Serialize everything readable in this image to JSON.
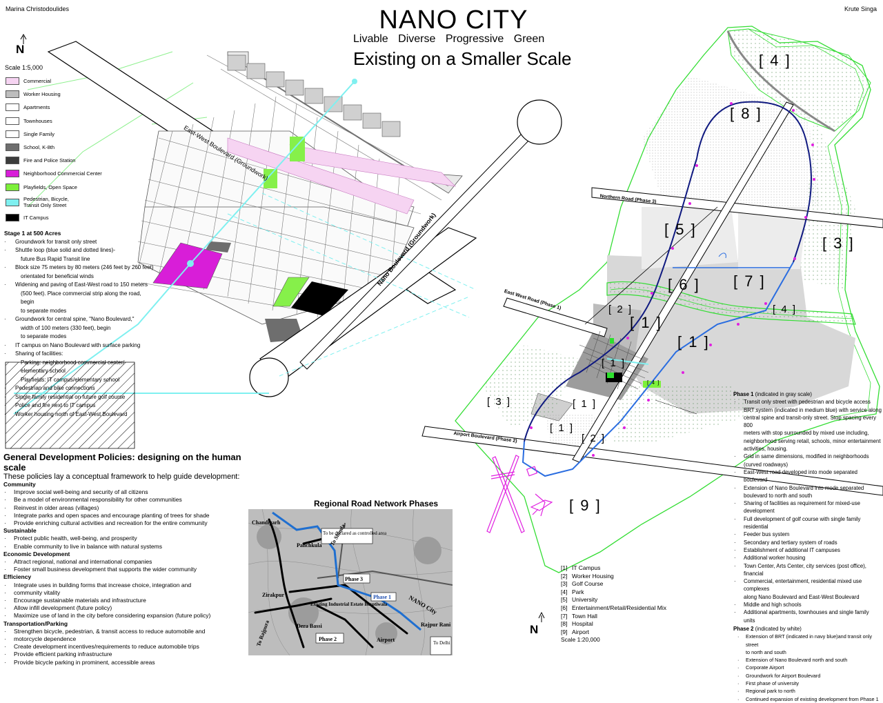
{
  "header": {
    "author_left": "Marina Christodoulides",
    "author_right": "Krute Singa",
    "title": "NANO CITY",
    "tagline": "Livable   Diverse   Progressive   Green",
    "subtitle": "Existing on a Smaller Scale"
  },
  "north_label": "N",
  "site_plan": {
    "scale": "Scale 1:5,000",
    "road_east_west": "East-West Boulevard (Groundwork)",
    "road_nano": "Nano Boulevard (Groundwork)"
  },
  "legend": [
    {
      "label": "Commercial",
      "swatch": "#f3c6ee"
    },
    {
      "label": "Worker Housing",
      "swatch": "#bdbdbd"
    },
    {
      "label": "Apartments",
      "swatch": "#ffffff"
    },
    {
      "label": "Townhouses",
      "swatch": "#ffffff"
    },
    {
      "label": "Single Family",
      "swatch": "#ffffff"
    },
    {
      "label": "School, K-8th",
      "swatch": "#6e6e6e"
    },
    {
      "label": "Fire and  Police Station",
      "swatch": "#3c3c3c"
    },
    {
      "label": "Neighborhood Commercial Center",
      "swatch": "#d81ed8"
    },
    {
      "label": "Playfields, Open Space",
      "swatch": "#7df03a"
    },
    {
      "label": "Pedestrian, Bicycle, Transit Only Street",
      "swatch": "#7ff0f0"
    },
    {
      "label": "IT Campus",
      "swatch": "#000000"
    }
  ],
  "stage1": {
    "heading": "Stage 1 at 500 Acres",
    "items": [
      {
        "text": "Groundwork for transit only street",
        "sub": false
      },
      {
        "text": "Shuttle loop (blue solid and dotted lines)-",
        "sub": false
      },
      {
        "text": "future Bus Rapid Transit line",
        "sub": true
      },
      {
        "text": "Block size 75 meters by 80 meters (246 feet by 260 feet)",
        "sub": false
      },
      {
        "text": "orientated for beneficial winds",
        "sub": true
      },
      {
        "text": "Widening and paving of East-West road to 150 meters",
        "sub": false
      },
      {
        "text": "(500 feet).  Place commercial strip along the road, begin",
        "sub": true
      },
      {
        "text": "to separate modes",
        "sub": true
      },
      {
        "text": "Groundwork for central spine, \"Nano Boulevard,\"",
        "sub": false
      },
      {
        "text": "width of 100 meters (330 feet), begin",
        "sub": true
      },
      {
        "text": "to separate modes",
        "sub": true
      },
      {
        "text": "IT campus on Nano Boulevard with surface parking",
        "sub": false
      },
      {
        "text": "Sharing of facilities:",
        "sub": false
      },
      {
        "text": "Parking: neighborhood commercial center/",
        "sub": true
      },
      {
        "text": "elementary school",
        "sub": true
      },
      {
        "text": "Playfields: IT campus/elementary school",
        "sub": true
      },
      {
        "text": "Pedestrian and bike connections",
        "sub": false
      },
      {
        "text": "Single family residential on future golf course",
        "sub": false
      },
      {
        "text": "Police and fire next to IT campus",
        "sub": false
      },
      {
        "text": "Worker housing north of East-West Boulevard",
        "sub": false
      }
    ]
  },
  "policies": {
    "heading": "General Development Policies: designing on the human scale",
    "intro": "These policies lay a conceptual framework to help guide development:",
    "sections": [
      {
        "name": "Community",
        "items": [
          "Improve social well-being and security of all citizens",
          "Be a model of environmental responsibility for other communities",
          "Reinvest in older areas (villages)",
          "Integrate parks and open spaces and encourage planting of trees for shade",
          "Provide enriching cultural activities and recreation for the entire community"
        ]
      },
      {
        "name": "Sustainable",
        "items": [
          "Protect public health, well-being, and prosperity",
          "Enable community to live in balance with natural systems"
        ]
      },
      {
        "name": "Economic Development",
        "items": [
          "Attract regional, national and international companies",
          "Foster small business development that supports the wider community"
        ]
      },
      {
        "name": "Efficiency",
        "items": [
          "Integrate uses in building forms that increase choice, integration and",
          "community vitality",
          "Encourage sustainable materials and infrastructure",
          "Allow infill development (future policy)",
          "Maximize use of land in the city before considering expansion (future policy)"
        ]
      },
      {
        "name": "Transportation/Parking",
        "items": [
          "Strengthen bicycle, pedestrian, & transit access to reduce automobile and",
          "motorcycle dependence",
          "Create development incentives/requirements to reduce automobile trips",
          "Provide efficient parking infrastructure",
          "Provide bicycle parking in prominent, accessible areas"
        ]
      }
    ]
  },
  "regional_map": {
    "title": "Regional Road Network Phases",
    "labels": [
      "Chandigarh",
      "Panchkula",
      "Zirakpur",
      "To Rajpura",
      "Dera Bassi",
      "Phase 2",
      "Phase 3",
      "Phase 1",
      "Airport",
      "Rajpur Rani",
      "To Delhi",
      "To be declared as controlled area",
      "Existing Industrial Estate Barotiwala",
      "To Shimla",
      "NANO City"
    ]
  },
  "master_plan": {
    "roads": [
      "Northern Road (Phase 3)",
      "East West Road (Phase 1)",
      "Airport Boulevard (Phase 2)"
    ],
    "zones": [
      {
        "label": "[ 4 ]"
      },
      {
        "label": "[ 8 ]"
      },
      {
        "label": "[ 5 ]"
      },
      {
        "label": "[ 3 ]"
      },
      {
        "label": "[ 6 ]"
      },
      {
        "label": "[ 7 ]"
      },
      {
        "label": "[ 4 ]"
      },
      {
        "label": "[ 2 ]"
      },
      {
        "label": "[ 1 ]"
      },
      {
        "label": "[ 1 ]"
      },
      {
        "label": "[ 1 ]"
      },
      {
        "label": "[ 4 ]"
      },
      {
        "label": "[ 3 ]"
      },
      {
        "label": "[ 1 ]"
      },
      {
        "label": "[ 1 ]"
      },
      {
        "label": "[ 2 ]"
      },
      {
        "label": "[ 9 ]"
      }
    ],
    "key": [
      {
        "num": "[1]",
        "label": "IT Campus"
      },
      {
        "num": "[2]",
        "label": "Worker Housing"
      },
      {
        "num": "[3]",
        "label": "Golf Course"
      },
      {
        "num": "[4]",
        "label": "Park"
      },
      {
        "num": "[5]",
        "label": "University"
      },
      {
        "num": "[6]",
        "label": "Entertainment/Retail/Residential Mix"
      },
      {
        "num": "[7]",
        "label": "Town Hall"
      },
      {
        "num": "[8]",
        "label": "Hospital"
      },
      {
        "num": "[9]",
        "label": "Airport"
      }
    ],
    "scale": "Scale 1:20,000"
  },
  "phases": {
    "phase1_title": "Phase 1",
    "phase1_note": "(indicated in gray scale)",
    "phase1_items": [
      {
        "text": "Transit only street with pedestrian and bicycle access",
        "bullet": true
      },
      {
        "text": "BRT system (indicated in medium blue) with service along",
        "bullet": false
      },
      {
        "text": "central spine and transit-only street.  Stop spacing every 800",
        "bullet": false
      },
      {
        "text": "meters with stop surrounded by mixed use including,",
        "bullet": false
      },
      {
        "text": "neighborhood serving retail, schools, minor entertainment",
        "bullet": false
      },
      {
        "text": "activities, housing.",
        "bullet": false
      },
      {
        "text": "Grid in same dimensions, modified in neighborhoods",
        "bullet": true
      },
      {
        "text": "(curved roadways)",
        "bullet": false
      },
      {
        "text": "East-West road developed into mode separated boulevard",
        "bullet": true
      },
      {
        "text": "Extension of Nano Boulevard into mode separated",
        "bullet": true
      },
      {
        "text": "boulevard to north and south",
        "bullet": false
      },
      {
        "text": "Sharing of facilities as requirement for mixed-use development",
        "bullet": true
      },
      {
        "text": "Full development of golf course with single family residential",
        "bullet": true
      },
      {
        "text": "Feeder bus system",
        "bullet": true
      },
      {
        "text": "Secondary and tertiary system of roads",
        "bullet": true
      },
      {
        "text": "Establishment of additional IT campuses",
        "bullet": true
      },
      {
        "text": "Additional worker housing",
        "bullet": true
      },
      {
        "text": "Town Center, Arts Center, city services (post office), financial",
        "bullet": true
      },
      {
        "text": "Commercial, entertainment, residential mixed use complexes",
        "bullet": true
      },
      {
        "text": "along Nano Boulevard and East-West Boulevard",
        "bullet": false
      },
      {
        "text": "Middle and high schools",
        "bullet": true
      },
      {
        "text": "Additional apartments, townhouses and single family units",
        "bullet": true
      }
    ],
    "phase2_title": "Phase 2",
    "phase2_note": "(indicated by white)",
    "phase2_items": [
      {
        "text": "Extension of BRT (indicated in navy blue)and transit only street",
        "bullet": true
      },
      {
        "text": "to north and south",
        "bullet": false
      },
      {
        "text": "Extension of Nano Boulevard north and south",
        "bullet": true
      },
      {
        "text": "Corporate Airport",
        "bullet": true
      },
      {
        "text": "Groundwork for Airport Boulevard",
        "bullet": true
      },
      {
        "text": "First phase of university",
        "bullet": true
      },
      {
        "text": "Regional park to north",
        "bullet": true
      },
      {
        "text": "Continued expansion of existing development from Phase 1",
        "bullet": true
      }
    ]
  }
}
